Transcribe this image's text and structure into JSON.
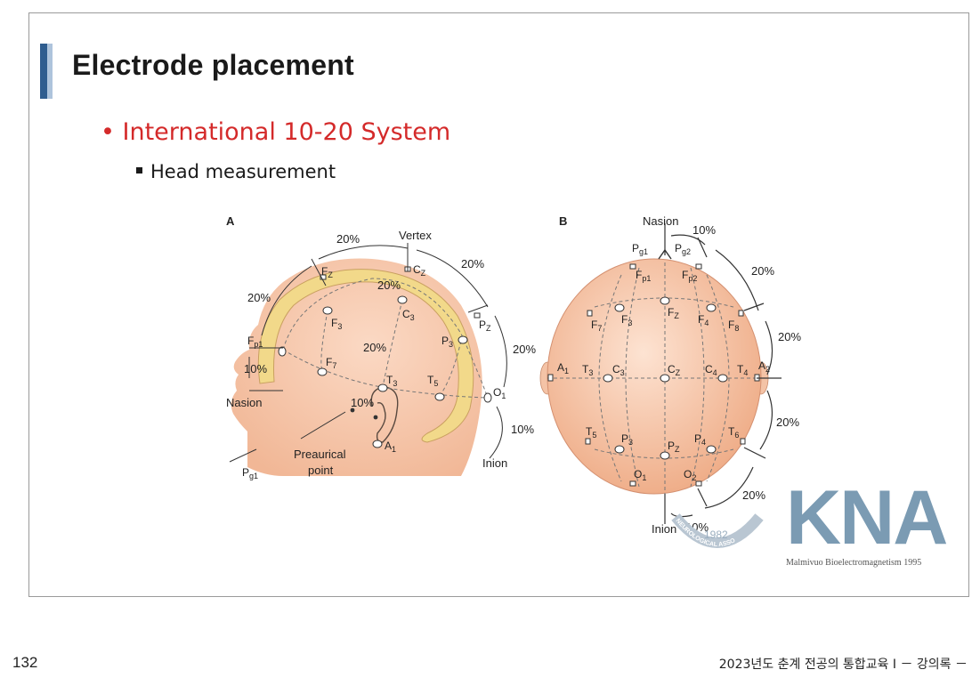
{
  "slide": {
    "title": "Electrode placement",
    "bullet_level1": "• International 10-20 System",
    "bullet_level2": "Head measurement"
  },
  "figure_a": {
    "panel_label": "A",
    "labels": {
      "vertex": "Vertex",
      "nasion": "Nasion",
      "inion": "Inion",
      "preauricular": "Preaurical",
      "preauricular2": "point",
      "pct20_top": "20%",
      "pct20_left": "20%",
      "pct20_right": "20%",
      "pct20_inner": "20%",
      "pct20_center": "20%",
      "pct20_back": "20%",
      "pct10_front": "10%",
      "pct10_ear": "10%",
      "pct10_back": "10%"
    }
  },
  "figure_b": {
    "panel_label": "B",
    "labels": {
      "nasion": "Nasion",
      "inion": "Inion",
      "pct10_top": "10%",
      "pct20_r1": "20%",
      "pct20_r2": "20%",
      "pct20_r3": "20%",
      "pct20_bottom": "20%",
      "pct10_bottom": "10%"
    }
  },
  "logo": {
    "kna": "KNA",
    "year": "1982",
    "ring_text": "NEUROLOGICAL ASSO"
  },
  "credit": "Malmivuo Bioelectromagnetism 1995",
  "footer": {
    "page_number": "132",
    "course": "2023년도 춘계 전공의 통합교육 Ⅰ － 강의록 －"
  }
}
